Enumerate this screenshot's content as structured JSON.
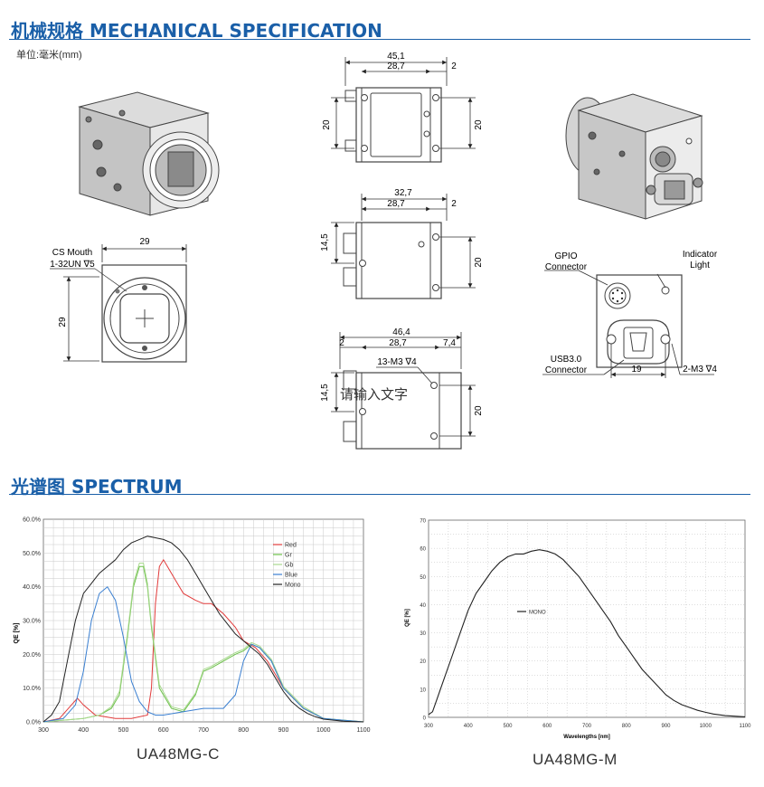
{
  "mech": {
    "title": "机械规格  MECHANICAL SPECIFICATION",
    "unit": "单位:毫米(mm)",
    "front": {
      "w": "29",
      "h": "29",
      "mount1": "CS Mouth",
      "mount2": "1-32UN ∇5"
    },
    "top": {
      "w1": "45,1",
      "w2": "28,7",
      "w3": "2",
      "hL": "20",
      "hR": "20"
    },
    "side": {
      "w1": "32,7",
      "w2": "28,7",
      "w3": "2",
      "hL": "14,5",
      "hR": "20"
    },
    "bottom": {
      "w1": "46,4",
      "w2": "2",
      "w3": "28,7",
      "w4": "7,4",
      "hole": "13-M3 ∇4",
      "hL": "14,5",
      "hR": "20",
      "overlay": "请输入文字"
    },
    "rear": {
      "gpio1": "GPIO",
      "gpio2": "Connector",
      "ind1": "Indicator",
      "ind2": "Light",
      "usb1": "USB3.0",
      "usb2": "Connector",
      "w": "19",
      "hole": "2-M3 ∇4"
    }
  },
  "spec": {
    "title": "光谱图    SPECTRUM"
  },
  "chart_data": [
    {
      "type": "line",
      "caption": "UA48MG-C",
      "xlabel": "",
      "ylabel": "QE [%]",
      "xlim": [
        300,
        1100
      ],
      "ylim": [
        0,
        60
      ],
      "x_ticks": [
        "300",
        "400",
        "500",
        "600",
        "700",
        "800",
        "900",
        "1000",
        "1100"
      ],
      "y_ticks": [
        "0.0%",
        "10.0%",
        "20.0%",
        "30.0%",
        "40.0%",
        "50.0%",
        "60.0%"
      ],
      "grid": true,
      "legend": "top-right",
      "series": [
        {
          "name": "Red",
          "color": "#e23b3b",
          "x": [
            300,
            340,
            370,
            385,
            400,
            430,
            480,
            520,
            560,
            570,
            580,
            590,
            600,
            610,
            630,
            650,
            680,
            700,
            720,
            750,
            780,
            800,
            830,
            860,
            900,
            950,
            1000,
            1050,
            1100
          ],
          "y": [
            0,
            1,
            5,
            7,
            5,
            2,
            1,
            1,
            2,
            10,
            35,
            46,
            48,
            46,
            42,
            38,
            36,
            35,
            35,
            32,
            28,
            24,
            22,
            18,
            10,
            4,
            1,
            0.3,
            0
          ]
        },
        {
          "name": "Gr",
          "color": "#6cc04a",
          "x": [
            300,
            350,
            400,
            440,
            470,
            490,
            510,
            525,
            540,
            550,
            560,
            570,
            590,
            620,
            650,
            680,
            700,
            720,
            750,
            780,
            800,
            820,
            840,
            870,
            900,
            950,
            1000,
            1100
          ],
          "y": [
            0,
            0.5,
            1,
            2,
            4,
            8,
            25,
            40,
            46,
            46,
            40,
            28,
            10,
            4,
            3,
            8,
            15,
            16,
            18,
            20,
            21,
            23,
            22,
            18,
            10,
            4,
            1,
            0
          ]
        },
        {
          "name": "Gb",
          "color": "#a9d98f",
          "x": [
            300,
            350,
            400,
            440,
            470,
            490,
            510,
            525,
            540,
            550,
            560,
            570,
            590,
            620,
            650,
            680,
            700,
            720,
            750,
            780,
            800,
            820,
            840,
            870,
            900,
            950,
            1000,
            1100
          ],
          "y": [
            0,
            0.5,
            1,
            2,
            4.5,
            9,
            26,
            41,
            47,
            47,
            41,
            29,
            11,
            4.5,
            3.5,
            8.5,
            15.5,
            16.5,
            18.5,
            20.5,
            21.5,
            23.5,
            22.5,
            18.5,
            10.5,
            4.5,
            1,
            0
          ]
        },
        {
          "name": "Blue",
          "color": "#3a7fd1",
          "x": [
            300,
            350,
            380,
            400,
            420,
            440,
            460,
            480,
            500,
            520,
            540,
            560,
            580,
            600,
            650,
            700,
            750,
            780,
            800,
            820,
            840,
            870,
            900,
            950,
            1000,
            1100
          ],
          "y": [
            0,
            1,
            5,
            15,
            30,
            38,
            40,
            36,
            25,
            12,
            6,
            3,
            2,
            2,
            3,
            4,
            4,
            8,
            18,
            23,
            22,
            18,
            10,
            4,
            1,
            0
          ]
        },
        {
          "name": "Mono",
          "color": "#222222",
          "x": [
            300,
            320,
            340,
            360,
            380,
            400,
            420,
            440,
            460,
            480,
            500,
            520,
            540,
            560,
            580,
            600,
            620,
            640,
            660,
            680,
            700,
            720,
            740,
            760,
            780,
            800,
            820,
            840,
            860,
            880,
            900,
            920,
            940,
            960,
            980,
            1000,
            1050,
            1100
          ],
          "y": [
            0,
            2,
            6,
            18,
            30,
            38,
            41,
            44,
            46,
            48,
            51,
            53,
            54,
            55,
            54.5,
            54,
            53,
            51,
            48,
            44,
            40,
            36,
            32,
            29,
            26,
            24,
            22,
            20,
            17,
            13,
            9,
            6,
            4,
            2.5,
            1.5,
            0.8,
            0.2,
            0
          ]
        }
      ]
    },
    {
      "type": "line",
      "caption": "UA48MG-M",
      "xlabel": "Wavelengths [nm]",
      "ylabel": "QE [%]",
      "xlim": [
        300,
        1100
      ],
      "ylim": [
        0,
        70
      ],
      "x_ticks": [
        "300",
        "400",
        "500",
        "600",
        "700",
        "800",
        "900",
        "1000",
        "1100"
      ],
      "y_ticks": [
        "0",
        "10",
        "20",
        "30",
        "40",
        "50",
        "60",
        "70"
      ],
      "grid": true,
      "legend": "inside-top-left",
      "series": [
        {
          "name": "MONO",
          "color": "#222222",
          "x": [
            300,
            310,
            320,
            340,
            360,
            380,
            400,
            420,
            440,
            460,
            480,
            500,
            520,
            540,
            560,
            580,
            600,
            620,
            640,
            660,
            680,
            700,
            720,
            740,
            760,
            780,
            800,
            820,
            840,
            860,
            880,
            900,
            920,
            940,
            960,
            980,
            1000,
            1020,
            1050,
            1100
          ],
          "y": [
            1,
            2,
            6,
            14,
            22,
            30,
            38,
            44,
            48,
            52,
            55,
            57,
            58,
            58,
            59,
            59.5,
            59,
            58,
            56,
            53,
            50,
            46,
            42,
            38,
            34,
            29,
            25,
            21,
            17,
            14,
            11,
            8,
            6,
            4.5,
            3.5,
            2.5,
            1.8,
            1.2,
            0.6,
            0.2
          ]
        }
      ]
    }
  ]
}
